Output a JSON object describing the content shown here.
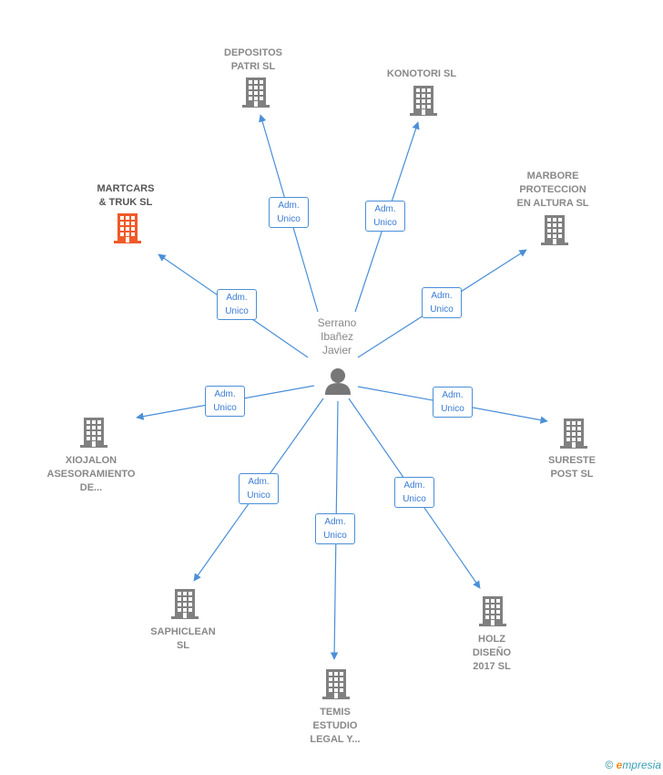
{
  "center": {
    "name": "Serrano\nIbañez\nJavier",
    "icon": "person-icon"
  },
  "role_label": "Adm.\nUnico",
  "colors": {
    "edge": "#4a8fd8",
    "building": "#808080",
    "highlight": "#f05a28"
  },
  "companies": [
    {
      "id": "depositos",
      "name": "DEPOSITOS\nPATRI  SL",
      "highlight": false
    },
    {
      "id": "konotori",
      "name": "KONOTORI  SL",
      "highlight": false
    },
    {
      "id": "martcars",
      "name": "MARTCARS\n& TRUK  SL",
      "highlight": true
    },
    {
      "id": "marbore",
      "name": "MARBORE\nPROTECCION\nEN ALTURA  SL",
      "highlight": false
    },
    {
      "id": "xiojalon",
      "name": "XIOJALON\nASESORAMIENTO\nDE...",
      "highlight": false
    },
    {
      "id": "sureste",
      "name": "SURESTE\nPOST  SL",
      "highlight": false
    },
    {
      "id": "saphiclean",
      "name": "SAPHICLEAN\nSL",
      "highlight": false
    },
    {
      "id": "holz",
      "name": "HOLZ\nDISEÑO\n2017  SL",
      "highlight": false
    },
    {
      "id": "temis",
      "name": "TEMIS\nESTUDIO\nLEGAL Y...",
      "highlight": false
    }
  ],
  "footer": {
    "copyright": "©",
    "brand_initial": "e",
    "brand_rest": "mpresia"
  }
}
